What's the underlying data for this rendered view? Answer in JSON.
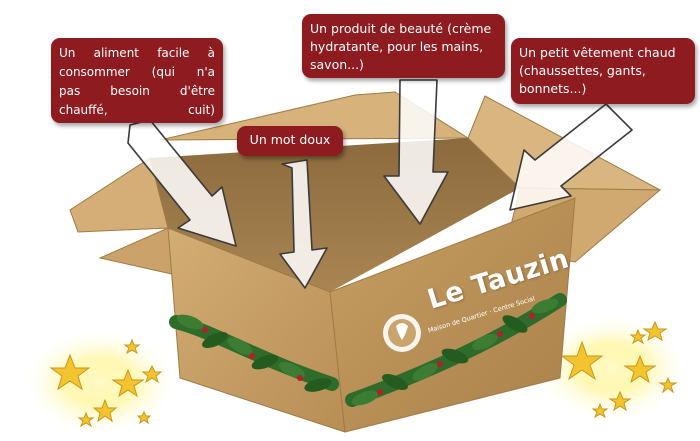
{
  "callouts": {
    "food": "Un aliment facile à\nconsommer (qui n'a\npas besoin d'être\nchauffé, cuit)",
    "kind_word": "Un mot doux",
    "beauty": "Un produit de beauté (crème\nhydratante, pour les mains,\nsavon...)",
    "clothing": "Un petit vêtement chaud\n(chaussettes, gants,\nbonnets...)"
  },
  "logo": {
    "name": "Le Tauzin",
    "subtitle": "Maison de Quartier · Centre Social"
  },
  "colors": {
    "callout_background": "#8e1b1f",
    "callout_text": "#ffffff",
    "box_cardboard": "#c9a46d",
    "holly_leaf": "#2f6b2a",
    "berry": "#b3202a",
    "star_gold": "#f4c430"
  }
}
